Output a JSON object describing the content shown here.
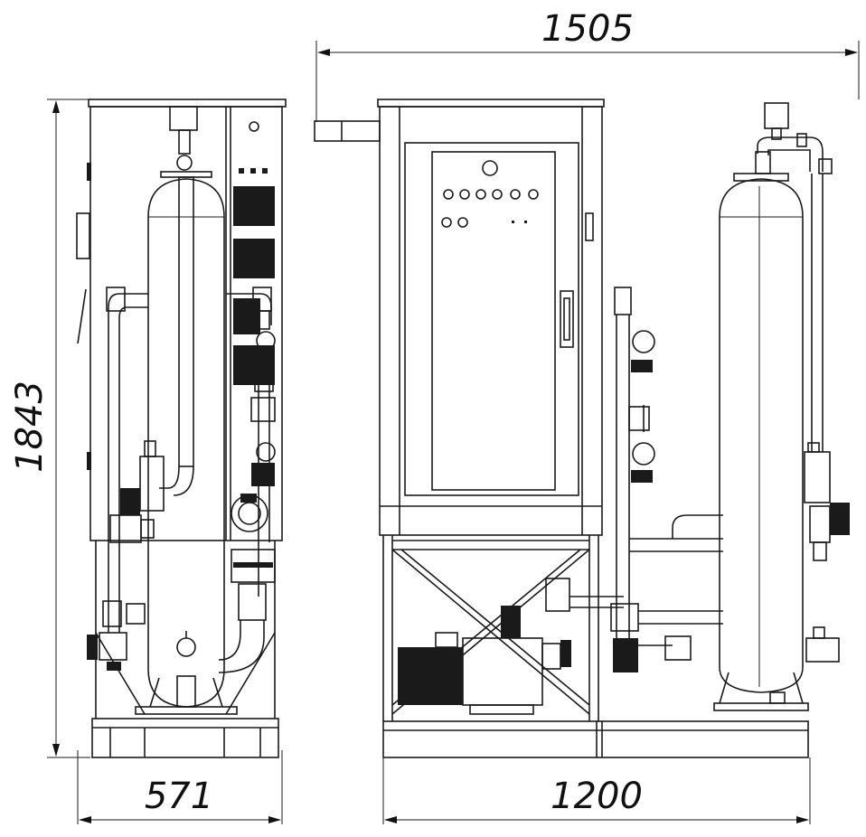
{
  "dimensions": {
    "overall_width": "1505",
    "height": "1843",
    "depth": "571",
    "base_width": "1200"
  }
}
